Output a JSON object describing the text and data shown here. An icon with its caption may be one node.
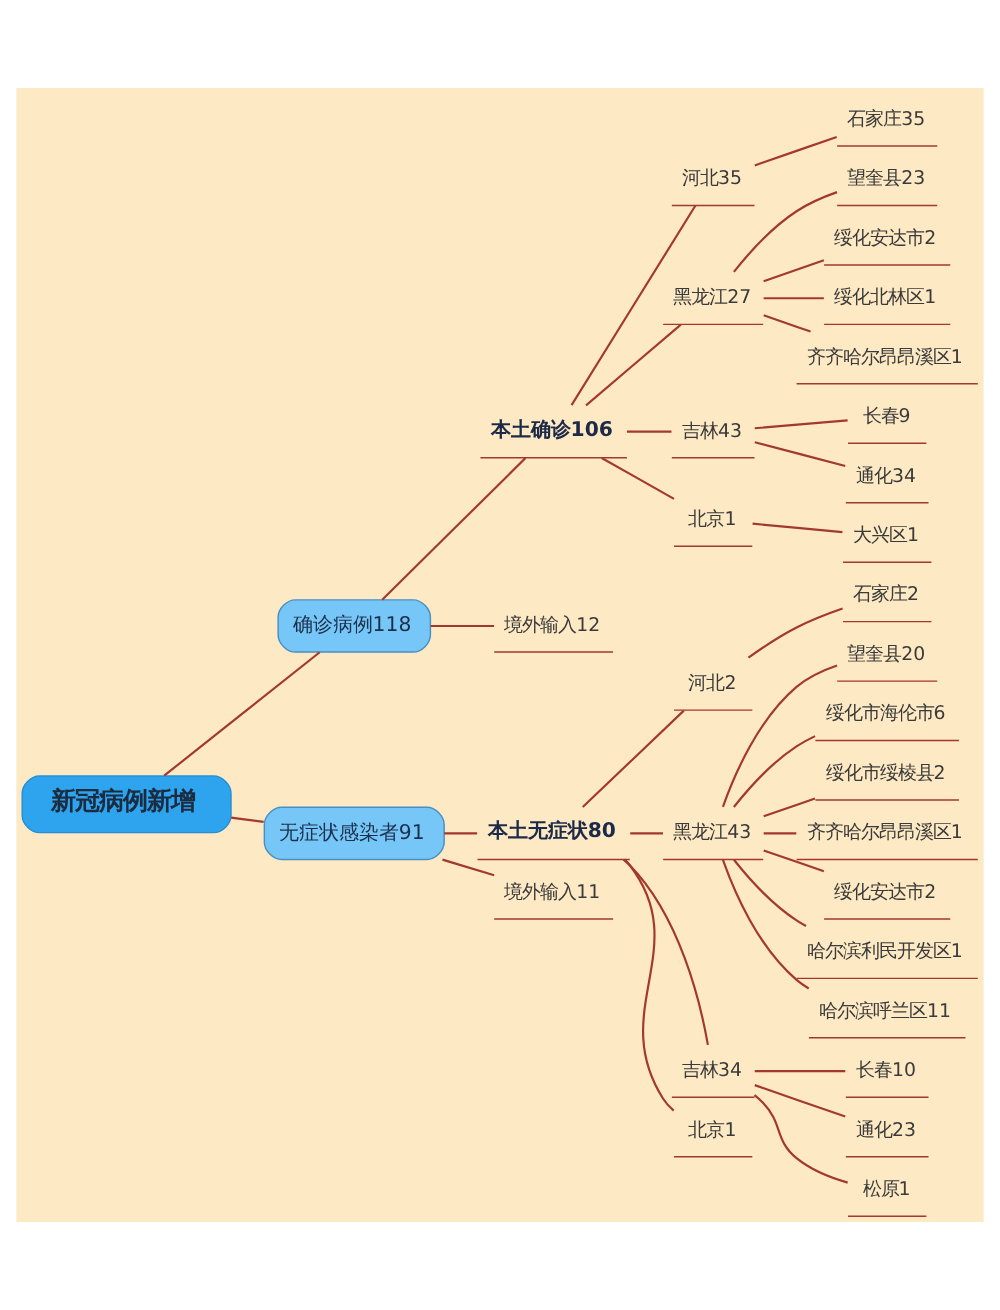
{
  "diagram": {
    "nodes": [
      {
        "text": [
          "新冠病例新增"
        ]
      },
      {
        "text": [
          "确诊病例118"
        ]
      },
      {
        "text": [
          "本土确诊106"
        ]
      },
      {
        "text": [
          "河北35"
        ]
      },
      {
        "text": [
          "石家庄35"
        ]
      },
      {
        "text": [
          "黑龙江27"
        ]
      },
      {
        "text": [
          "望奎县23"
        ]
      },
      {
        "text": [
          "绥化安达市2"
        ]
      },
      {
        "text": [
          "绥化北林区1"
        ]
      },
      {
        "text": [
          "齐齐哈尔昂昂溪区1"
        ]
      },
      {
        "text": [
          "吉林43"
        ]
      },
      {
        "text": [
          "长春9"
        ]
      },
      {
        "text": [
          "通化34"
        ]
      },
      {
        "text": [
          "北京1"
        ]
      },
      {
        "text": [
          "大兴区1"
        ]
      },
      {
        "text": [
          "境外输入12"
        ]
      },
      {
        "text": [
          "无症状感染者91"
        ]
      },
      {
        "text": [
          "本土无症状80"
        ]
      },
      {
        "text": [
          "河北2"
        ]
      },
      {
        "text": [
          "石家庄2"
        ]
      },
      {
        "text": [
          "黑龙江43"
        ]
      },
      {
        "text": [
          "望奎县20"
        ]
      },
      {
        "text": [
          "绥化市海伦市6"
        ]
      },
      {
        "text": [
          "绥化市绥棱县2"
        ]
      },
      {
        "text": [
          "齐齐哈尔昂昂溪区1"
        ]
      },
      {
        "text": [
          "绥化安达市2"
        ]
      },
      {
        "text": [
          "哈尔滨利民开发区1"
        ]
      },
      {
        "text": [
          "哈尔滨呼兰区11"
        ]
      },
      {
        "text": [
          "吉林34"
        ]
      },
      {
        "text": [
          "长春10"
        ]
      },
      {
        "text": [
          "通化23"
        ]
      },
      {
        "text": [
          "松原1"
        ]
      },
      {
        "text": [
          "北京1"
        ]
      },
      {
        "text": [
          "境外输入11"
        ]
      }
    ],
    "edges": [
      {
        "from": 0,
        "to": 1,
        "arrow": "none"
      },
      {
        "from": 1,
        "to": 2,
        "arrow": "none"
      },
      {
        "from": 2,
        "to": 3,
        "arrow": "none"
      },
      {
        "from": 3,
        "to": 4,
        "arrow": "none"
      },
      {
        "from": 2,
        "to": 5,
        "arrow": "none"
      },
      {
        "from": 5,
        "to": 6,
        "arrow": "none"
      },
      {
        "from": 5,
        "to": 7,
        "arrow": "none"
      },
      {
        "from": 5,
        "to": 8,
        "arrow": "none"
      },
      {
        "from": 5,
        "to": 9,
        "arrow": "none"
      },
      {
        "from": 2,
        "to": 10,
        "arrow": "none"
      },
      {
        "from": 10,
        "to": 11,
        "arrow": "none"
      },
      {
        "from": 10,
        "to": 12,
        "arrow": "none"
      },
      {
        "from": 2,
        "to": 13,
        "arrow": "none"
      },
      {
        "from": 13,
        "to": 14,
        "arrow": "none"
      },
      {
        "from": 1,
        "to": 15,
        "arrow": "none"
      },
      {
        "from": 0,
        "to": 16,
        "arrow": "none"
      },
      {
        "from": 16,
        "to": 17,
        "arrow": "none"
      },
      {
        "from": 17,
        "to": 18,
        "arrow": "none"
      },
      {
        "from": 18,
        "to": 19,
        "arrow": "none"
      },
      {
        "from": 17,
        "to": 20,
        "arrow": "none"
      },
      {
        "from": 20,
        "to": 21,
        "arrow": "none"
      },
      {
        "from": 20,
        "to": 22,
        "arrow": "none"
      },
      {
        "from": 20,
        "to": 23,
        "arrow": "none"
      },
      {
        "from": 20,
        "to": 24,
        "arrow": "none"
      },
      {
        "from": 20,
        "to": 25,
        "arrow": "none"
      },
      {
        "from": 20,
        "to": 26,
        "arrow": "none"
      },
      {
        "from": 20,
        "to": 27,
        "arrow": "none"
      },
      {
        "from": 17,
        "to": 28,
        "arrow": "none"
      },
      {
        "from": 28,
        "to": 29,
        "arrow": "none"
      },
      {
        "from": 28,
        "to": 30,
        "arrow": "none"
      },
      {
        "from": 28,
        "to": 31,
        "arrow": "none"
      },
      {
        "from": 17,
        "to": 32,
        "arrow": "none"
      },
      {
        "from": 16,
        "to": 33,
        "arrow": "none"
      }
    ]
  }
}
